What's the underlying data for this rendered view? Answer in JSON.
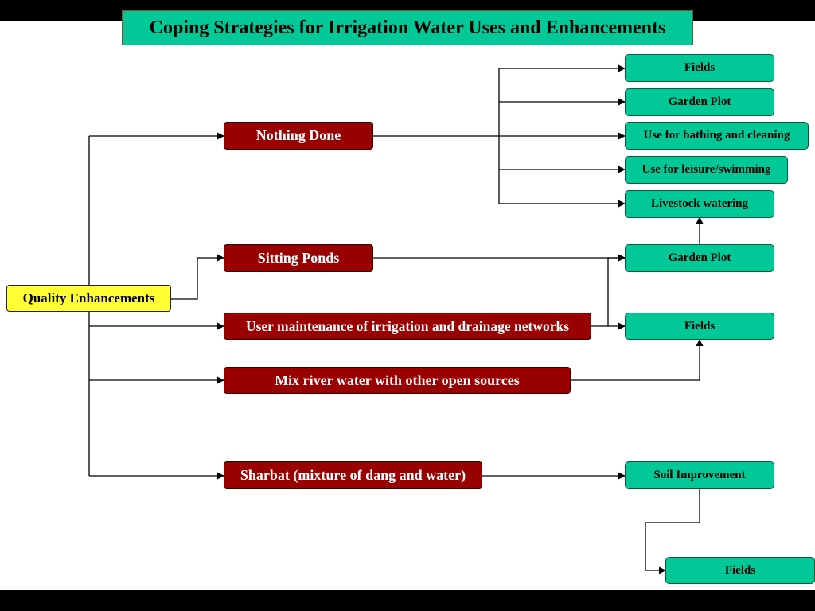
{
  "title": "Coping Strategies for Irrigation Water Uses and Enhancements",
  "root": "Quality Enhancements",
  "strategies": {
    "nothing_done": "Nothing Done",
    "sitting_ponds": "Sitting Ponds",
    "user_maintenance": "User maintenance of irrigation and drainage networks",
    "mix_river": "Mix river water with other open sources",
    "sharbat": "Sharbat (mixture of dang and water)"
  },
  "uses": {
    "fields_1": "Fields",
    "garden_plot_1": "Garden Plot",
    "bathing": "Use for bathing and cleaning",
    "leisure": "Use for leisure/swimming",
    "livestock": "Livestock watering",
    "garden_plot_2": "Garden Plot",
    "fields_2": "Fields",
    "soil_improvement": "Soil Improvement",
    "fields_3": "Fields"
  },
  "colors": {
    "background": "#000000",
    "canvas": "#ffffff",
    "title_fill": "#00c896",
    "root_fill": "#ffff33",
    "strategy_fill": "#990000",
    "use_fill": "#00c896"
  }
}
